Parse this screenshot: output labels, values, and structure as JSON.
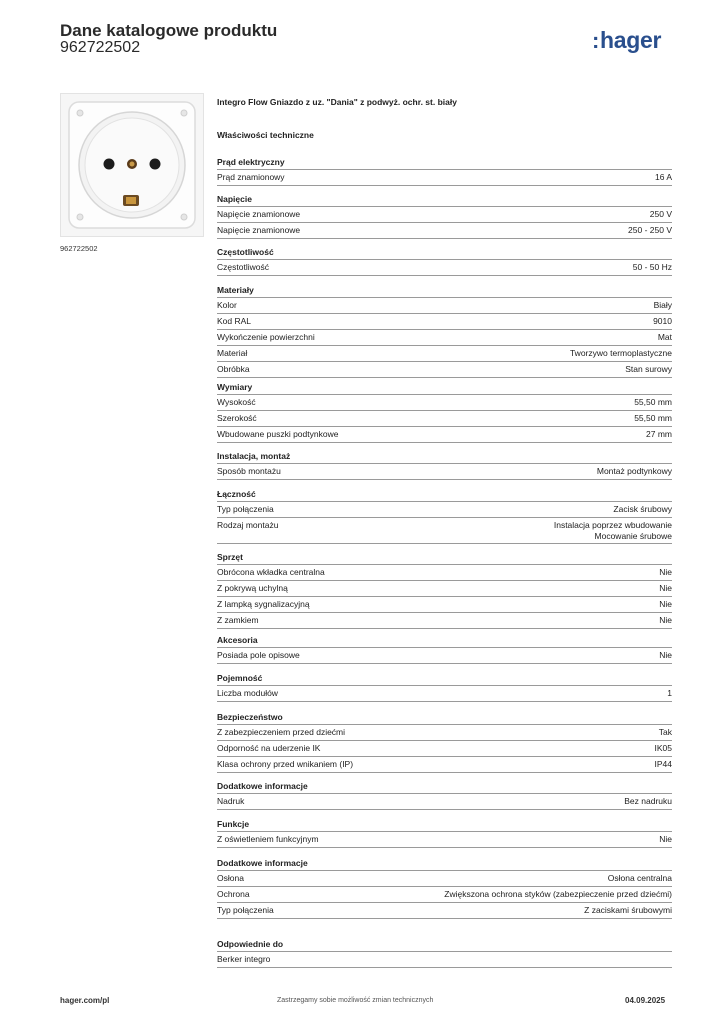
{
  "header": {
    "title": "Dane katalogowe produktu",
    "product_number": "962722502",
    "logo_text": "hager",
    "logo_color": "#2a4f8d"
  },
  "product": {
    "image_caption": "962722502",
    "title": "Integro Flow Gniazdo z uz. \"Dania\" z podwyż. ochr. st. biały",
    "properties_title": "Właściwości techniczne"
  },
  "sections": [
    {
      "title": "Prąd elektryczny",
      "rows": [
        {
          "label": "Prąd znamionowy",
          "value": "16 A"
        }
      ]
    },
    {
      "title": "Napięcie",
      "rows": [
        {
          "label": "Napięcie znamionowe",
          "value": "250 V"
        },
        {
          "label": "Napięcie znamionowe",
          "value": "250 - 250 V"
        }
      ]
    },
    {
      "title": "Częstotliwość",
      "rows": [
        {
          "label": "Częstotliwość",
          "value": "50 - 50 Hz"
        }
      ]
    },
    {
      "title": "Materiały",
      "rows": [
        {
          "label": "Kolor",
          "value": "Biały"
        },
        {
          "label": "Kod RAL",
          "value": "9010"
        },
        {
          "label": "Wykończenie powierzchni",
          "value": "Mat"
        },
        {
          "label": "Materiał",
          "value": "Tworzywo termoplastyczne"
        },
        {
          "label": "Obróbka",
          "value": "Stan surowy"
        }
      ]
    },
    {
      "title": "Wymiary",
      "rows": [
        {
          "label": "Wysokość",
          "value": "55,50 mm"
        },
        {
          "label": "Szerokość",
          "value": "55,50 mm"
        },
        {
          "label": "Wbudowane puszki podtynkowe",
          "value": "27 mm"
        }
      ]
    },
    {
      "title": "Instalacja, montaż",
      "rows": [
        {
          "label": "Sposób montażu",
          "value": "Montaż podtynkowy"
        }
      ]
    },
    {
      "title": "Łączność",
      "rows": [
        {
          "label": "Typ połączenia",
          "value": "Zacisk śrubowy"
        },
        {
          "label": "Rodzaj montażu",
          "value": "Instalacja poprzez wbudowanie",
          "value2": "Mocowanie śrubowe"
        }
      ]
    },
    {
      "title": "Sprzęt",
      "rows": [
        {
          "label": "Obrócona wkładka centralna",
          "value": "Nie"
        },
        {
          "label": "Z pokrywą uchylną",
          "value": "Nie"
        },
        {
          "label": "Z lampką sygnalizacyjną",
          "value": "Nie"
        },
        {
          "label": "Z zamkiem",
          "value": "Nie"
        }
      ]
    },
    {
      "title": "Akcesoria",
      "rows": [
        {
          "label": "Posiada pole opisowe",
          "value": "Nie"
        }
      ]
    },
    {
      "title": "Pojemność",
      "rows": [
        {
          "label": "Liczba modułów",
          "value": "1"
        }
      ]
    },
    {
      "title": "Bezpieczeństwo",
      "rows": [
        {
          "label": "Z zabezpieczeniem przed dziećmi",
          "value": "Tak"
        },
        {
          "label": "Odporność na uderzenie IK",
          "value": "IK05"
        },
        {
          "label": "Klasa ochrony przed wnikaniem (IP)",
          "value": "IP44"
        }
      ]
    },
    {
      "title": "Dodatkowe informacje",
      "rows": [
        {
          "label": "Nadruk",
          "value": "Bez nadruku"
        }
      ]
    },
    {
      "title": "Funkcje",
      "rows": [
        {
          "label": "Z oświetleniem funkcyjnym",
          "value": "Nie"
        }
      ]
    },
    {
      "title": "Dodatkowe informacje",
      "rows": [
        {
          "label": "Osłona",
          "value": "Osłona centralna"
        },
        {
          "label": "Ochrona",
          "value": "Zwiększona ochrona styków (zabezpieczenie przed dziećmi)"
        },
        {
          "label": "Typ połączenia",
          "value": "Z zaciskami śrubowymi"
        }
      ]
    },
    {
      "title": "Odpowiednie do",
      "rows": [
        {
          "label": "Berker integro",
          "value": ""
        }
      ]
    }
  ],
  "footer": {
    "website": "hager.com/pl",
    "disclaimer": "Zastrzegamy sobie możliwość zmian technicznych",
    "date": "04.09.2025"
  }
}
